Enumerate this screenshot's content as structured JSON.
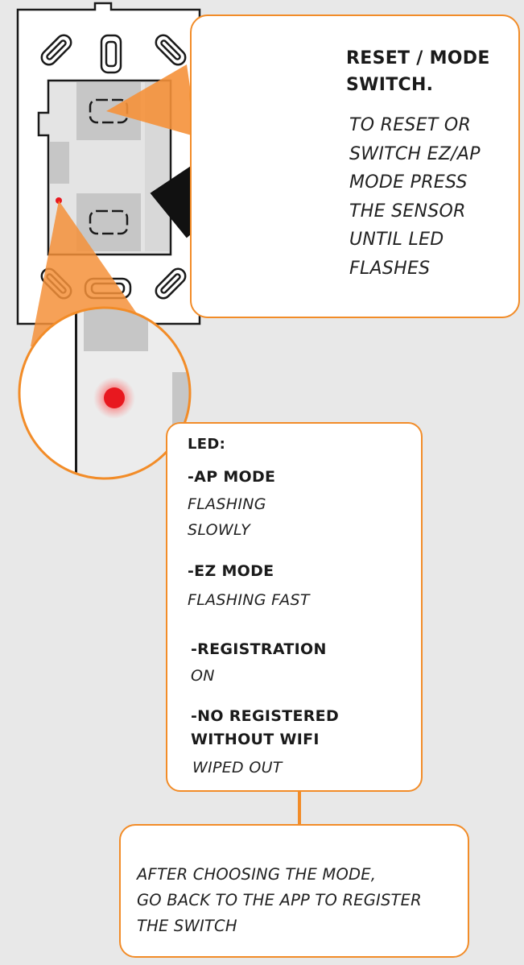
{
  "reset_mode": {
    "title_line1": "RESET / MODE",
    "title_line2": "SWITCH.",
    "description_lines": [
      "TO RESET OR",
      "SWITCH EZ/AP",
      "MODE PRESS",
      "THE SENSOR",
      "UNTIL LED",
      "FLASHES"
    ]
  },
  "led_info": {
    "heading": "LED:",
    "modes": [
      {
        "name_lines": [
          "-AP MODE"
        ],
        "state_lines": [
          "FLASHING",
          "SLOWLY"
        ]
      },
      {
        "name_lines": [
          "-EZ MODE"
        ],
        "state_lines": [
          "FLASHING FAST"
        ]
      },
      {
        "name_lines": [
          "-REGISTRATION"
        ],
        "state_lines": [
          "ON"
        ]
      },
      {
        "name_lines": [
          "-NO REGISTERED",
          "WITHOUT WIFI"
        ],
        "state_lines": [
          "WIPED OUT"
        ]
      }
    ]
  },
  "final_note": {
    "lines": [
      "AFTER CHOOSING THE MODE,",
      "GO BACK TO THE APP TO REGISTER",
      "THE SWITCH"
    ]
  },
  "colors": {
    "accent": "#f28c28",
    "led": "#e8181f",
    "plate_gray": "#c4c4c4",
    "inner_gray": "#dcdcdc"
  }
}
